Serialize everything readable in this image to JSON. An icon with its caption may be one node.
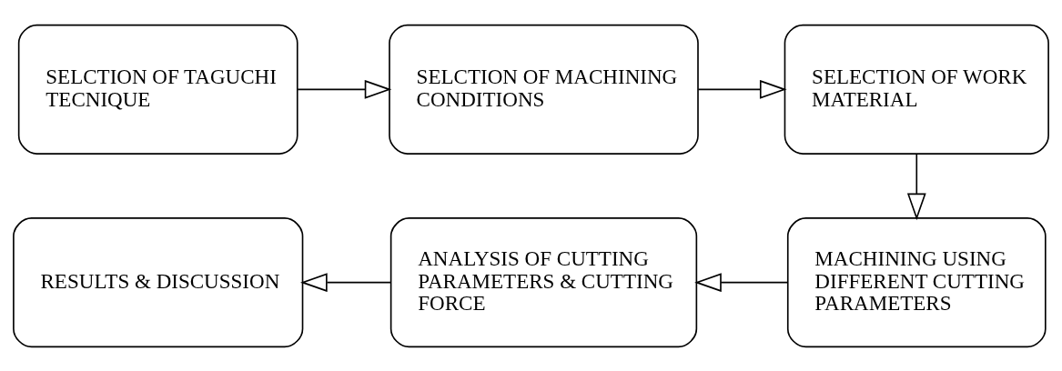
{
  "diagram": {
    "nodes": [
      {
        "text": [
          "SELCTION OF TAGUCHI TECNIQUE"
        ]
      },
      {
        "text": [
          "SELCTION OF MACHINING CONDITIONS"
        ]
      },
      {
        "text": [
          "SELECTION OF WORK MATERIAL"
        ]
      },
      {
        "text": [
          "MACHINING USING DIFFERENT CUTTING PARAMETERS"
        ]
      },
      {
        "text": [
          "ANALYSIS OF CUTTING PARAMETERS & CUTTING FORCE"
        ]
      },
      {
        "text": [
          "RESULTS & DISCUSSION"
        ]
      }
    ],
    "edges": [
      {
        "from": 0,
        "to": 1,
        "arrow": "to"
      },
      {
        "from": 1,
        "to": 2,
        "arrow": "to"
      },
      {
        "from": 2,
        "to": 3,
        "arrow": "to"
      },
      {
        "from": 3,
        "to": 4,
        "arrow": "to"
      },
      {
        "from": 4,
        "to": 5,
        "arrow": "to"
      }
    ]
  }
}
